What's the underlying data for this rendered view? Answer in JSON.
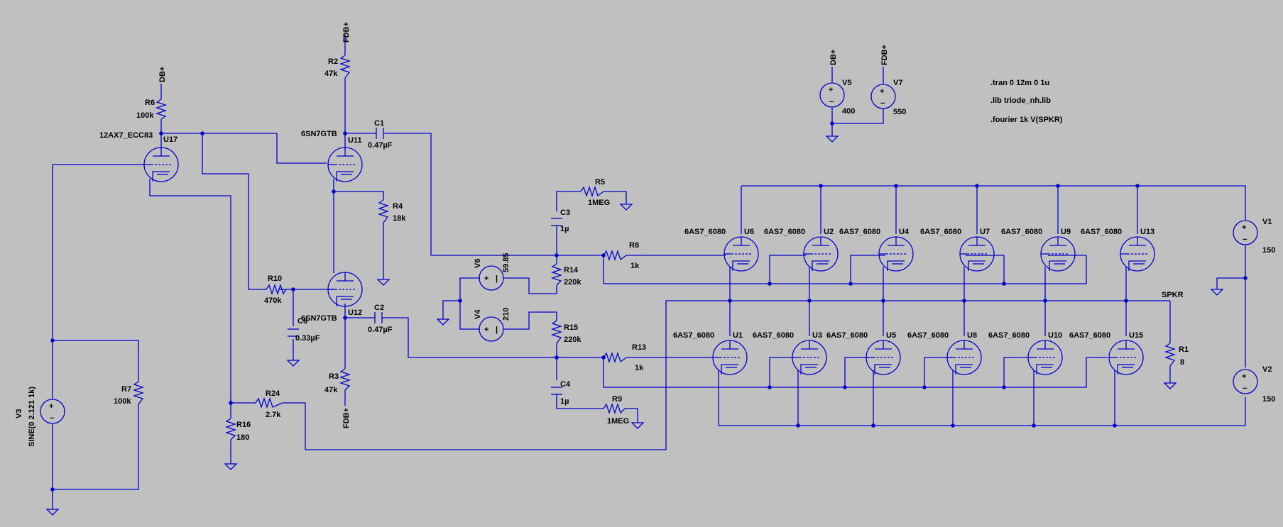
{
  "components": {
    "U17": {
      "ref": "U17",
      "model": "12AX7_ECC83"
    },
    "U11": {
      "ref": "U11",
      "model": "6SN7GTB"
    },
    "U12": {
      "ref": "U12",
      "model": "6SN7GTB"
    },
    "top_tubes": [
      {
        "ref": "U6",
        "model": "6AS7_6080"
      },
      {
        "ref": "U2",
        "model": "6AS7_6080"
      },
      {
        "ref": "U4",
        "model": "6AS7_6080"
      },
      {
        "ref": "U7",
        "model": "6AS7_6080"
      },
      {
        "ref": "U9",
        "model": "6AS7_6080"
      },
      {
        "ref": "U13",
        "model": "6AS7_6080"
      }
    ],
    "bottom_tubes": [
      {
        "ref": "U1",
        "model": "6AS7_6080"
      },
      {
        "ref": "U3",
        "model": "6AS7_6080"
      },
      {
        "ref": "U5",
        "model": "6AS7_6080"
      },
      {
        "ref": "U8",
        "model": "6AS7_6080"
      },
      {
        "ref": "U10",
        "model": "6AS7_6080"
      },
      {
        "ref": "U15",
        "model": "6AS7_6080"
      }
    ],
    "R1": {
      "ref": "R1",
      "value": "8"
    },
    "R2": {
      "ref": "R2",
      "value": "47k"
    },
    "R3": {
      "ref": "R3",
      "value": "47k"
    },
    "R4": {
      "ref": "R4",
      "value": "18k"
    },
    "R5": {
      "ref": "R5",
      "value": "1MEG"
    },
    "R6": {
      "ref": "R6",
      "value": "100k"
    },
    "R7": {
      "ref": "R7",
      "value": "100k"
    },
    "R8": {
      "ref": "R8",
      "value": "1k"
    },
    "R9": {
      "ref": "R9",
      "value": "1MEG"
    },
    "R10": {
      "ref": "R10",
      "value": "470k"
    },
    "R13": {
      "ref": "R13",
      "value": "1k"
    },
    "R14": {
      "ref": "R14",
      "value": "220k"
    },
    "R15": {
      "ref": "R15",
      "value": "220k"
    },
    "R16": {
      "ref": "R16",
      "value": "180"
    },
    "R24": {
      "ref": "R24",
      "value": "2.7k"
    },
    "C1": {
      "ref": "C1",
      "value": "0.47µF"
    },
    "C2": {
      "ref": "C2",
      "value": "0.47µF"
    },
    "C3": {
      "ref": "C3",
      "value": "1µ"
    },
    "C4": {
      "ref": "C4",
      "value": "1µ"
    },
    "C6": {
      "ref": "C6",
      "value": "0.33µF"
    },
    "V1": {
      "ref": "V1",
      "value": "150"
    },
    "V2": {
      "ref": "V2",
      "value": "150"
    },
    "V3": {
      "ref": "V3",
      "value": "SINE(0 2.121 1k)"
    },
    "V4": {
      "ref": "V4",
      "value": "210"
    },
    "V5": {
      "ref": "V5",
      "value": "400"
    },
    "V6": {
      "ref": "V6",
      "value": "59.85"
    },
    "V7": {
      "ref": "V7",
      "value": "550"
    }
  },
  "nets": {
    "db_plus": "DB+",
    "fdb_plus": "FDB+",
    "spkr": "SPKR"
  },
  "directives": [
    ".tran 0 12m 0 1u",
    ".lib triode_nh.lib",
    ".fourier 1k V(SPKR)"
  ],
  "colors": {
    "background": "#c0c0c0",
    "wire": "#0000cc",
    "text": "#000000"
  }
}
